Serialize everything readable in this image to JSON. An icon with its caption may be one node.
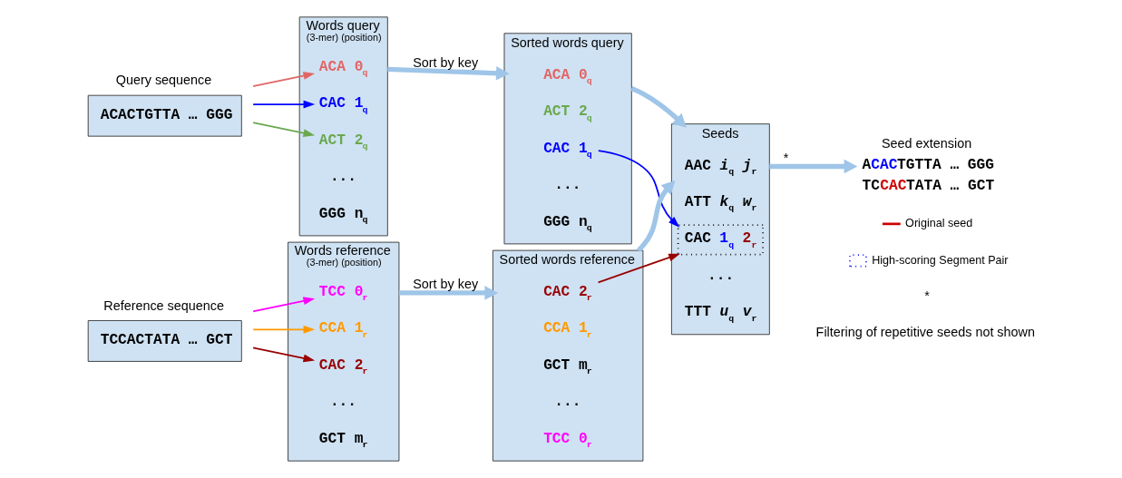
{
  "diagram": {
    "nodes": [
      {
        "text": [
          "Query sequence",
          "ACACTGTTA … GGG"
        ]
      },
      {
        "text": [
          "Reference sequence",
          "TCCACTATA … GCT"
        ]
      },
      {
        "text": [
          "Words query",
          "(3-mer) (position)"
        ]
      },
      {
        "text": [
          "ACA 0$_{q}$"
        ],
        "in": 2
      },
      {
        "text": [
          "CAC 1$_{q}$"
        ],
        "in": 2
      },
      {
        "text": [
          "ACT 2$_{q}$"
        ],
        "in": 2
      },
      {
        "text": [
          "..."
        ],
        "in": 2
      },
      {
        "text": [
          "GGG n$_{q}$"
        ],
        "in": 2
      },
      {
        "text": [
          "Sorted words query"
        ]
      },
      {
        "text": [
          "ACA 0$_{q}$"
        ],
        "in": 8
      },
      {
        "text": [
          "ACT 2$_{q}$"
        ],
        "in": 8
      },
      {
        "text": [
          "CAC 1$_{q}$"
        ],
        "in": 8
      },
      {
        "text": [
          "..."
        ],
        "in": 8
      },
      {
        "text": [
          "GGG n$_{q}$"
        ],
        "in": 8
      },
      {
        "text": [
          "Words reference",
          "(3-mer) (position)"
        ]
      },
      {
        "text": [
          "TCC 0$_{r}$"
        ],
        "in": 14
      },
      {
        "text": [
          "CCA 1$_{r}$"
        ],
        "in": 14
      },
      {
        "text": [
          "CAC 2$_{r}$"
        ],
        "in": 14
      },
      {
        "text": [
          "..."
        ],
        "in": 14
      },
      {
        "text": [
          "GCT m$_{r}$"
        ],
        "in": 14
      },
      {
        "text": [
          "Sorted words reference"
        ]
      },
      {
        "text": [
          "CAC 2$_{r}$"
        ],
        "in": 20
      },
      {
        "text": [
          "CCA 1$_{r}$"
        ],
        "in": 20
      },
      {
        "text": [
          "GCT m$_{r}$"
        ],
        "in": 20
      },
      {
        "text": [
          "..."
        ],
        "in": 20
      },
      {
        "text": [
          "TCC 0$_{r}$"
        ],
        "in": 20
      },
      {
        "text": [
          "Seeds"
        ]
      },
      {
        "text": [
          "AAC *i*$_{q}$ *j*$_{r}$"
        ],
        "in": 26
      },
      {
        "text": [
          "ATT *k*$_{q}$ *w*$_{r}$"
        ],
        "in": 26
      },
      {
        "text": [
          "CAC 1$_{q}$ 2$_{r}$"
        ],
        "in": 26
      },
      {
        "text": [
          "..."
        ],
        "in": 26
      },
      {
        "text": [
          "TTT *u*$_{q}$ *v*$_{r}$"
        ],
        "in": 26
      },
      {
        "text": [
          "Seed extension",
          "ACACTGTTA … GGG",
          "TCCACTATA … GCT"
        ]
      }
    ],
    "edges": [
      {
        "from": 0,
        "to": 3,
        "arrow": "to",
        "color": "#e06666"
      },
      {
        "from": 0,
        "to": 4,
        "arrow": "to",
        "color": "#0000ff"
      },
      {
        "from": 0,
        "to": 5,
        "arrow": "to",
        "color": "#6aa84f"
      },
      {
        "from": 2,
        "to": 8,
        "arrow": "to",
        "label": "Sort by key",
        "style": "thick"
      },
      {
        "from": 1,
        "to": 15,
        "arrow": "to",
        "color": "#ff00ff"
      },
      {
        "from": 1,
        "to": 16,
        "arrow": "to",
        "color": "#ff9900"
      },
      {
        "from": 1,
        "to": 17,
        "arrow": "to",
        "color": "#990000"
      },
      {
        "from": 14,
        "to": 20,
        "arrow": "to",
        "label": "Sort by key",
        "style": "thick"
      },
      {
        "from": 11,
        "to": 29,
        "arrow": "to",
        "color": "#0000ff"
      },
      {
        "from": 21,
        "to": 29,
        "arrow": "to",
        "color": "#990000"
      },
      {
        "from": 8,
        "to": 26,
        "arrow": "to",
        "style": "thick"
      },
      {
        "from": 20,
        "to": 26,
        "arrow": "to",
        "style": "thick"
      },
      {
        "from": 26,
        "to": 32,
        "arrow": "to",
        "label": "*",
        "style": "thick"
      }
    ],
    "labels": [
      "*",
      "Filtering of repetitive seeds not shown"
    ],
    "legend": [
      {
        "text": "Original seed"
      },
      {
        "text": "High-scoring Segment Pair"
      }
    ]
  }
}
